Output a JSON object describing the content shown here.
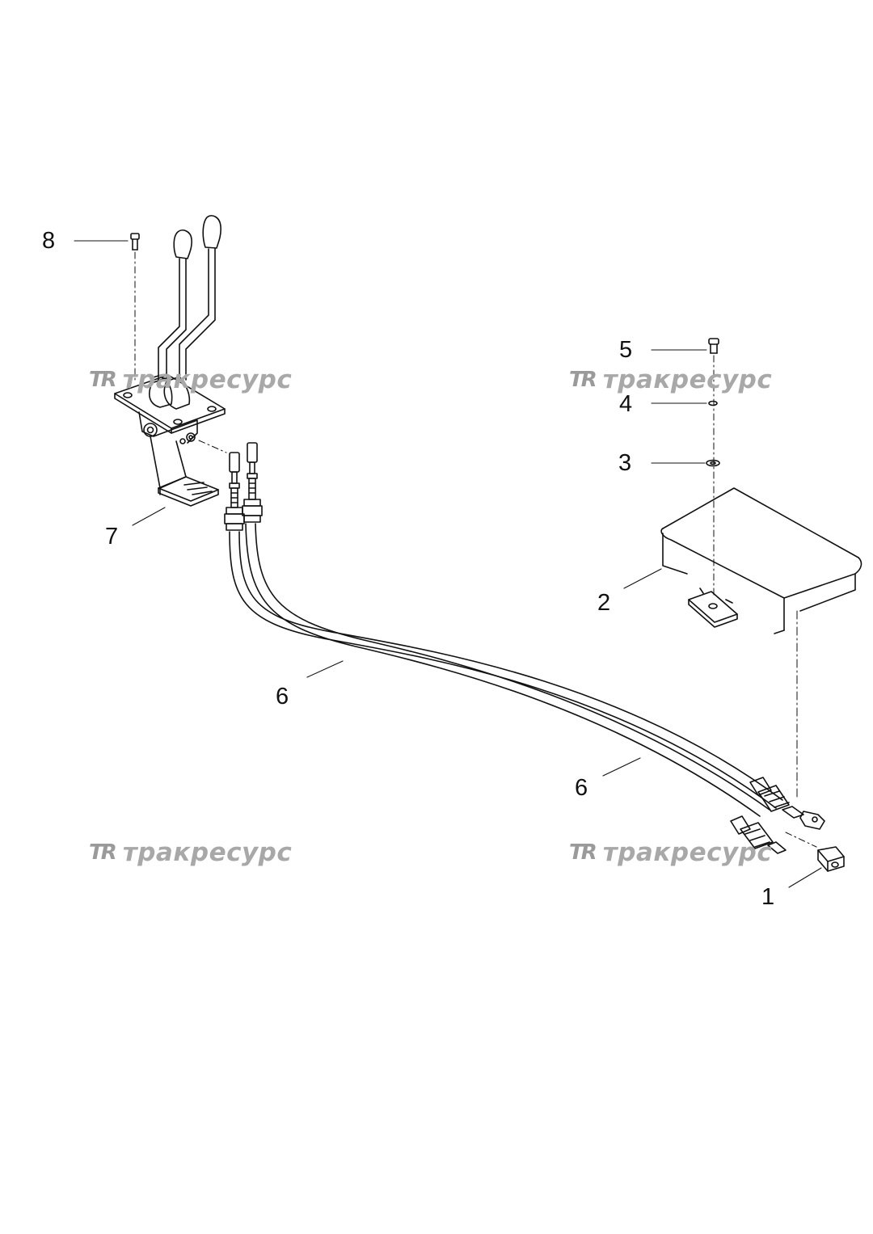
{
  "watermark": {
    "logo": "TR",
    "text": "тракресурс"
  },
  "callouts": [
    {
      "id": "c8",
      "label": "8"
    },
    {
      "id": "c5",
      "label": "5"
    },
    {
      "id": "c4",
      "label": "4"
    },
    {
      "id": "c3",
      "label": "3"
    },
    {
      "id": "c7",
      "label": "7"
    },
    {
      "id": "c2",
      "label": "2"
    },
    {
      "id": "c6a",
      "label": "6"
    },
    {
      "id": "c6b",
      "label": "6"
    },
    {
      "id": "c1",
      "label": "1"
    }
  ]
}
